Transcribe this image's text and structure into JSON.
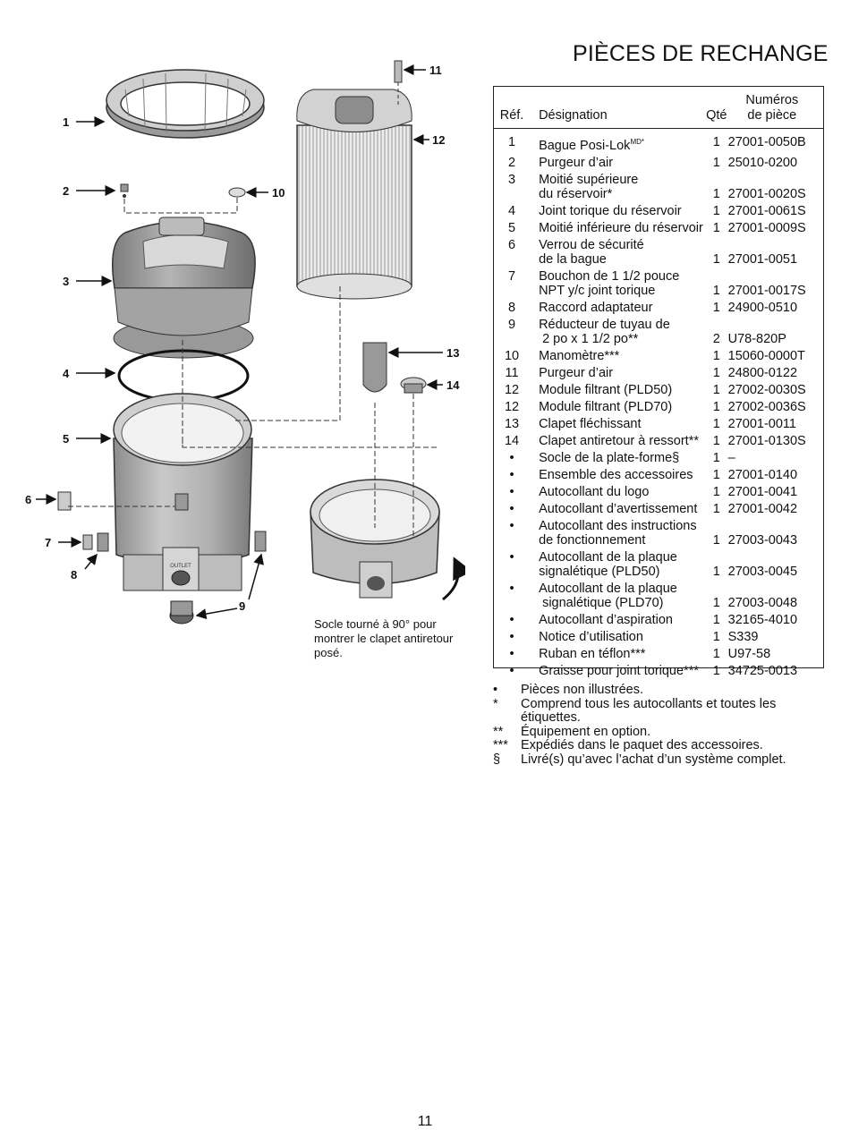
{
  "page": {
    "title": "PIÈCES DE RECHANGE",
    "page_number": "11"
  },
  "parts_table": {
    "headers": {
      "ref": "Réf.",
      "designation": "Désignation",
      "qty": "Qté",
      "part_number_line1": "Numéros",
      "part_number_line2": "de pièce"
    },
    "rows": [
      {
        "ref": "1",
        "designation": [
          "Bague Posi-Lok",
          "MD*"
        ],
        "qty": "1",
        "part_number": "27001-0050B"
      },
      {
        "ref": "2",
        "designation": [
          "Purgeur d’air"
        ],
        "qty": "1",
        "part_number": "25010-0200"
      },
      {
        "ref": "3",
        "designation": [
          "Moitié supérieure",
          "du réservoir*"
        ],
        "qty": "1",
        "part_number": "27001-0020S"
      },
      {
        "ref": "4",
        "designation": [
          "Joint torique du réservoir"
        ],
        "qty": "1",
        "part_number": "27001-0061S"
      },
      {
        "ref": "5",
        "designation": [
          "Moitié inférieure du réservoir"
        ],
        "qty": "1",
        "part_number": "27001-0009S"
      },
      {
        "ref": "6",
        "designation": [
          "Verrou de sécurité",
          "de la bague"
        ],
        "qty": "1",
        "part_number": "27001-0051"
      },
      {
        "ref": "7",
        "designation": [
          "Bouchon de 1 1/2 pouce",
          "NPT y/c joint torique"
        ],
        "qty": "1",
        "part_number": "27001-0017S"
      },
      {
        "ref": "8",
        "designation": [
          "Raccord adaptateur"
        ],
        "qty": "1",
        "part_number": "24900-0510"
      },
      {
        "ref": "9",
        "designation": [
          "Réducteur de tuyau de",
          "2 po x 1 1/2 po**"
        ],
        "qty": "2",
        "part_number": "U78-820P"
      },
      {
        "ref": "10",
        "designation": [
          "Manomètre***"
        ],
        "qty": "1",
        "part_number": "15060-0000T"
      },
      {
        "ref": "11",
        "designation": [
          "Purgeur d’air"
        ],
        "qty": "1",
        "part_number": "24800-0122"
      },
      {
        "ref": "12",
        "designation": [
          "Module filtrant (PLD50)"
        ],
        "qty": "1",
        "part_number": "27002-0030S"
      },
      {
        "ref": "12",
        "designation": [
          "Module filtrant (PLD70)"
        ],
        "qty": "1",
        "part_number": "27002-0036S"
      },
      {
        "ref": "13",
        "designation": [
          "Clapet fléchissant"
        ],
        "qty": "1",
        "part_number": "27001-0011"
      },
      {
        "ref": "14",
        "designation": [
          "Clapet antiretour à ressort**"
        ],
        "qty": "1",
        "part_number": "27001-0130S"
      },
      {
        "ref": "•",
        "designation": [
          "Socle de la plate-forme§"
        ],
        "qty": "1",
        "part_number": "–"
      },
      {
        "ref": "•",
        "designation": [
          "Ensemble des accessoires"
        ],
        "qty": "1",
        "part_number": "27001-0140"
      },
      {
        "ref": "•",
        "designation": [
          "Autocollant du logo"
        ],
        "qty": "1",
        "part_number": "27001-0041"
      },
      {
        "ref": "•",
        "designation": [
          "Autocollant d’avertissement"
        ],
        "qty": "1",
        "part_number": "27001-0042"
      },
      {
        "ref": "•",
        "designation": [
          "Autocollant des instructions",
          "de fonctionnement"
        ],
        "qty": "1",
        "part_number": "27003-0043"
      },
      {
        "ref": "•",
        "designation": [
          "Autocollant de la plaque",
          "signalétique (PLD50)"
        ],
        "qty": "1",
        "part_number": "27003-0045"
      },
      {
        "ref": "•",
        "designation": [
          "Autocollant de la plaque",
          "signalétique (PLD70)"
        ],
        "qty": "1",
        "part_number": "27003-0048"
      },
      {
        "ref": "•",
        "designation": [
          "Autocollant d’aspiration"
        ],
        "qty": "1",
        "part_number": "32165-4010"
      },
      {
        "ref": "•",
        "designation": [
          "Notice d’utilisation"
        ],
        "qty": "1",
        "part_number": "S339"
      },
      {
        "ref": "•",
        "designation": [
          "Ruban en téflon***"
        ],
        "qty": "1",
        "part_number": "U97-58"
      },
      {
        "ref": "•",
        "designation": [
          "Graisse pour joint torique***"
        ],
        "qty": "1",
        "part_number": "34725-0013"
      }
    ]
  },
  "notes": [
    {
      "symbol": "•",
      "text": "Pièces non illustrées."
    },
    {
      "symbol": "*",
      "text": "Comprend tous les autocollants et toutes les étiquettes."
    },
    {
      "symbol": "**",
      "text": "Équipement en option."
    },
    {
      "symbol": "***",
      "text": "Expédiés dans le paquet des accessoires."
    },
    {
      "symbol": "§",
      "text": "Livré(s) qu’avec l’achat d’un système complet."
    }
  ],
  "diagram": {
    "callout_text": "Socle tourné à 90° pour montrer le clapet antiretour posé.",
    "outlet_label": "OUTLET",
    "labels": {
      "l1": "1",
      "l2": "2",
      "l3": "3",
      "l4": "4",
      "l5": "5",
      "l6": "6",
      "l7": "7",
      "l8": "8",
      "l9": "9",
      "l10": "10",
      "l11": "11",
      "l12": "12",
      "l13": "13",
      "l14": "14"
    }
  }
}
